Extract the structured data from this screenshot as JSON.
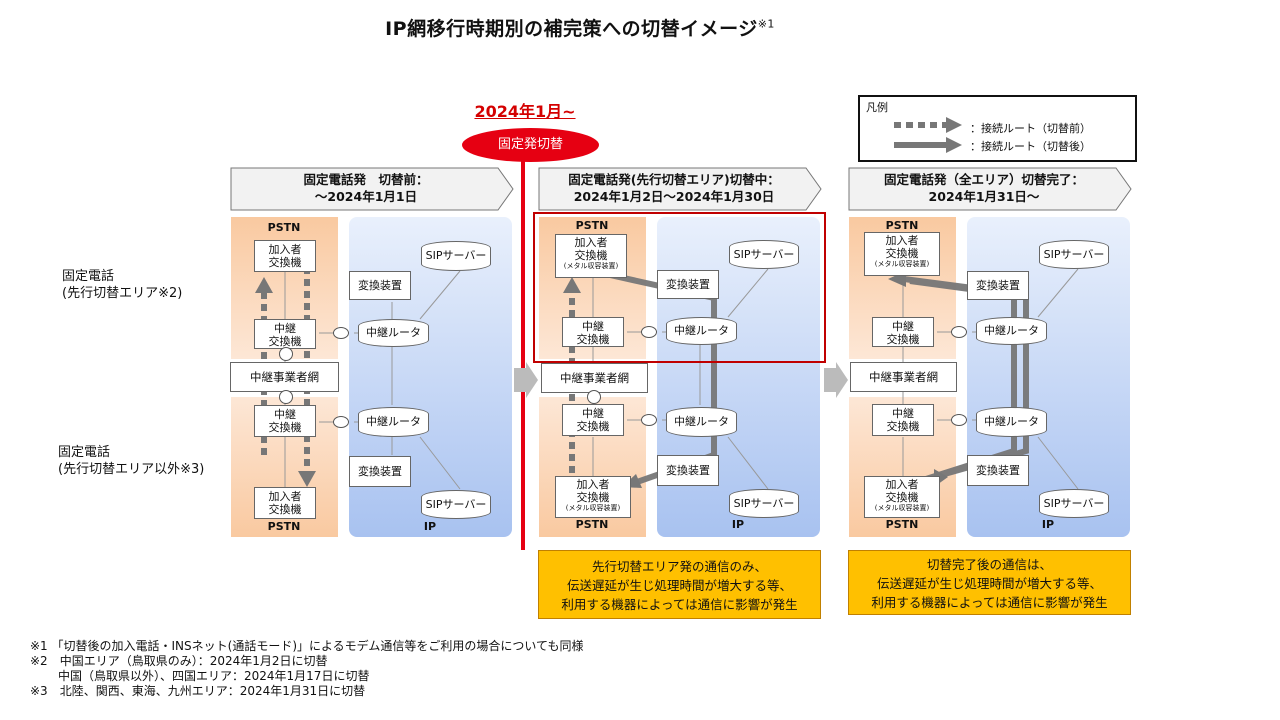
{
  "title": "IP網移行時期別の補完策への切替イメージ",
  "title_note": "※1",
  "milestone": {
    "date": "2024年1月~",
    "label": "固定発切替"
  },
  "legend": {
    "title": "凡例",
    "before": "：接続ルート（切替前）",
    "after": "：接続ルート（切替後）"
  },
  "side_labels": {
    "upper_line1": "固定電話",
    "upper_line2": "(先行切替エリア※2)",
    "lower_line1": "固定電話",
    "lower_line2": "(先行切替エリア以外※3)"
  },
  "panels": [
    {
      "banner_line1": "固定電話発　切替前：",
      "banner_line2": "～2024年1月1日"
    },
    {
      "banner_line1": "固定電話発(先行切替エリア)切替中：",
      "banner_line2": "2024年1月2日～2024年1月30日"
    },
    {
      "banner_line1": "固定電話発（全エリア）切替完了：",
      "banner_line2": "2024年1月31日～"
    }
  ],
  "nodes": {
    "pstn": "PSTN",
    "ip": "IP",
    "subscriber_1": "加入者",
    "subscriber_2": "交換機",
    "metal": "(メタル収容装置)",
    "transit_1": "中継",
    "transit_2": "交換機",
    "converter": "変換装置",
    "sip": "SIPサーバー",
    "router": "中継ルータ",
    "carrier": "中継事業者網"
  },
  "notes_orange": [
    {
      "line1": "先行切替エリア発の通信のみ、",
      "line2": "伝送遅延が生じ処理時間が増大する等、",
      "line3": "利用する機器によっては通信に影響が発生"
    },
    {
      "line1": "切替完了後の通信は、",
      "line2": "伝送遅延が生じ処理時間が増大する等、",
      "line3": "利用する機器によっては通信に影響が発生"
    }
  ],
  "footnotes": {
    "n1": "※1 「切替後の加入電話・INSネット(通話モード)」によるモデム通信等をご利用の場合についても同様",
    "n2a": "※2　中国エリア（鳥取県のみ）：2024年1月2日に切替",
    "n2b": "中国（鳥取県以外）、四国エリア：2024年1月17日に切替",
    "n3": "※3　北陸、関西、東海、九州エリア：2024年1月31日に切替"
  },
  "colors": {
    "red": "#e60012",
    "orange": "#ffc000",
    "route": "#777777"
  }
}
